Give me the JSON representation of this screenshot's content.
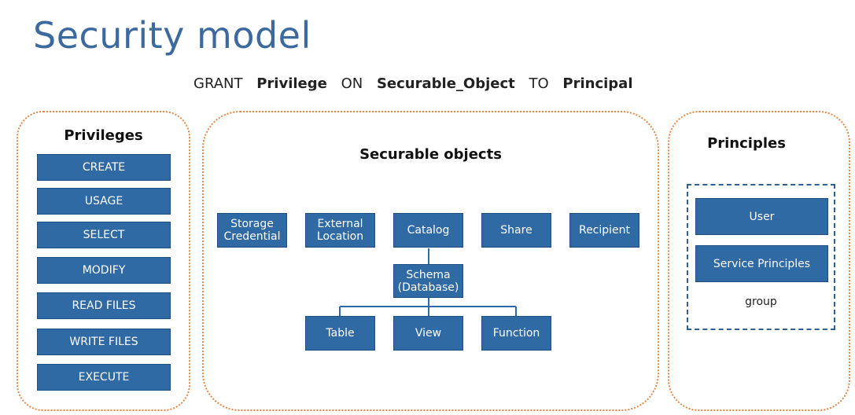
{
  "title": "Security model",
  "grant_statement": {
    "grant": "GRANT",
    "privilege": "Privilege",
    "on": "ON",
    "object": "Securable_Object",
    "to": "TO",
    "principal": "Principal"
  },
  "privileges": {
    "heading": "Privileges",
    "items": [
      "CREATE",
      "USAGE",
      "SELECT",
      "MODIFY",
      "READ FILES",
      "WRITE FILES",
      "EXECUTE"
    ]
  },
  "securables": {
    "heading": "Securable objects",
    "top_row": [
      "Storage\nCredential",
      "External\nLocation",
      "Catalog",
      "Share",
      "Recipient"
    ],
    "schema": "Schema\n(Database)",
    "children": [
      "Table",
      "View",
      "Function"
    ]
  },
  "principles": {
    "heading": "Principles",
    "user": "User",
    "service": "Service Principles",
    "group": "group"
  },
  "colors": {
    "title": "#3d6a9e",
    "box_fill": "#2f6aa4",
    "panel_border": "#e0884a",
    "dashed_border": "#2f5f8f"
  }
}
